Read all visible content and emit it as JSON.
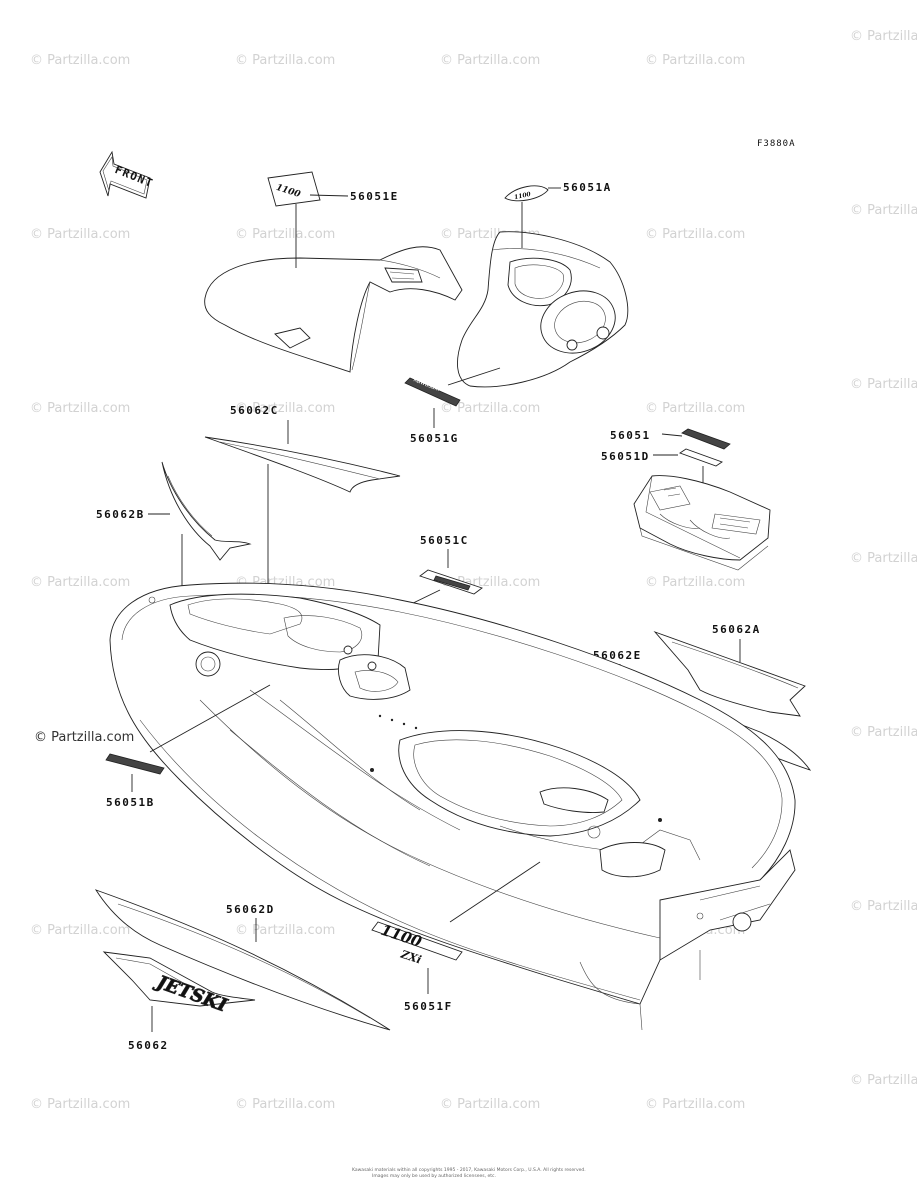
{
  "figure_code": "F3880A",
  "front_arrow_label": "FRONT",
  "watermark_text": "© Partzilla.com",
  "footer_lines": [
    "Kawasaki materials within all copyrights 1995 - 2017, Kawasaki Motors Corp., U.S.A. All rights reserved.",
    "Images may only be used by authorized licensees, etc."
  ],
  "parts": [
    {
      "id": "56051E"
    },
    {
      "id": "56051A"
    },
    {
      "id": "56051G"
    },
    {
      "id": "56062C"
    },
    {
      "id": "56051"
    },
    {
      "id": "56051D"
    },
    {
      "id": "56062B"
    },
    {
      "id": "56051C"
    },
    {
      "id": "56062A"
    },
    {
      "id": "56062E"
    },
    {
      "id": "56051B"
    },
    {
      "id": "56062D"
    },
    {
      "id": "56051F"
    },
    {
      "id": "56062"
    }
  ],
  "colors": {
    "line": "#222222",
    "watermark": "#d2d2d2",
    "background": "#ffffff"
  }
}
